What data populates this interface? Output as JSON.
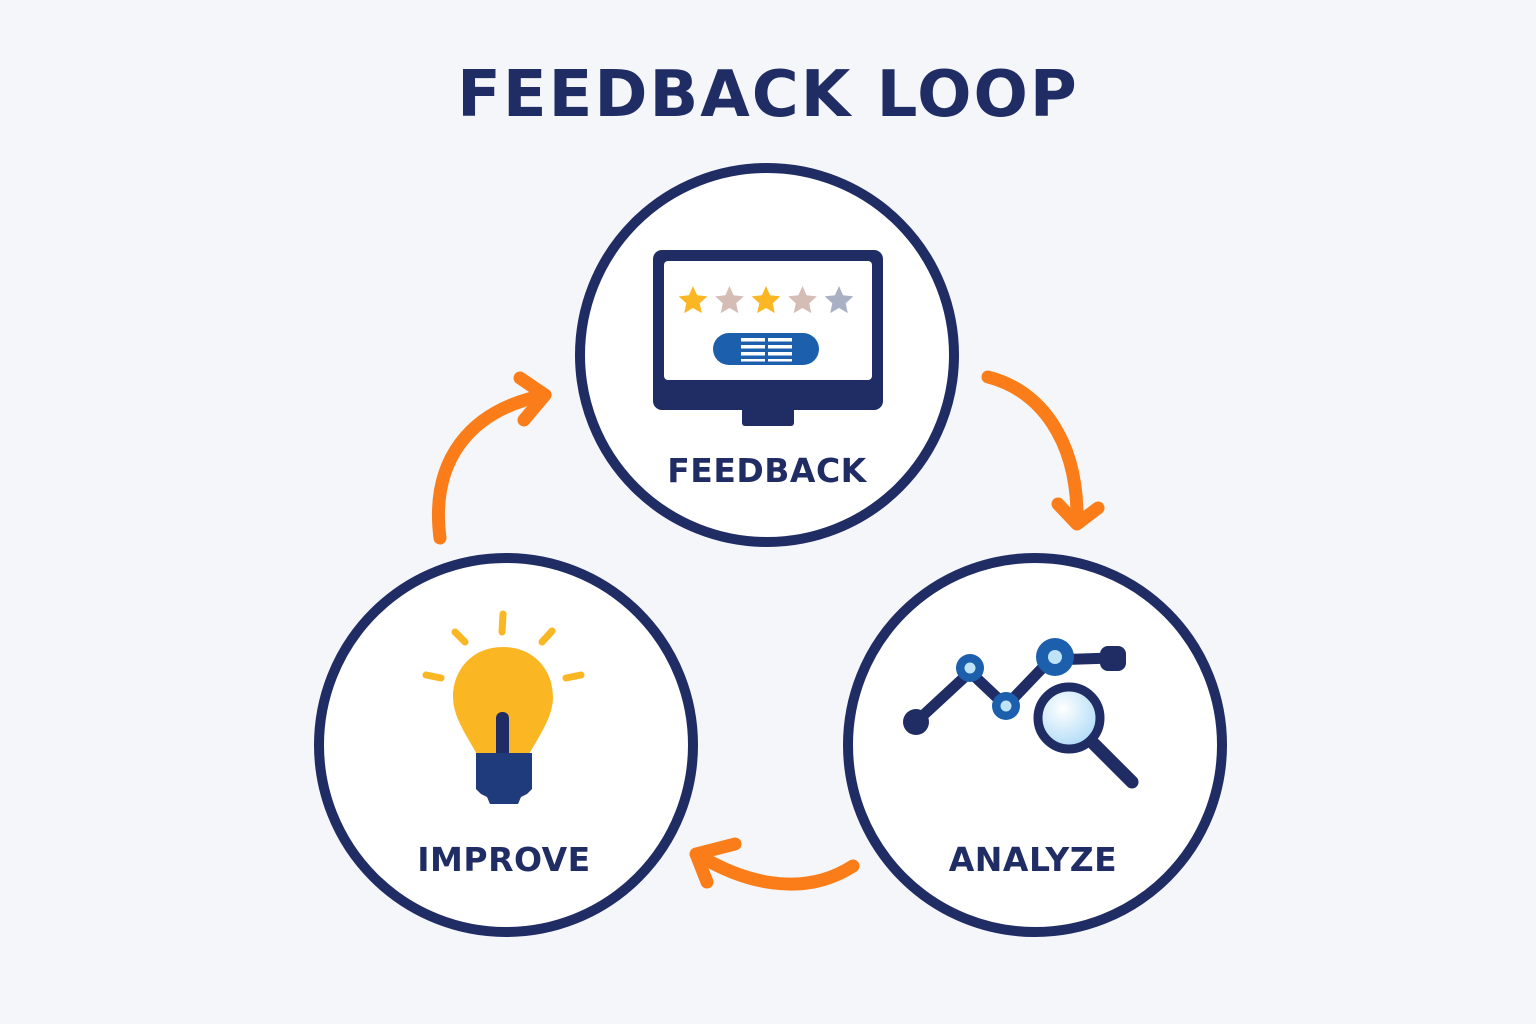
{
  "title": "FEEDBACK LOOP",
  "colors": {
    "background": "#f5f6f9",
    "navy": "#202c64",
    "orange": "#fb7d1a",
    "star_gold": "#fbb623",
    "star_rose": "#d5bdb5",
    "star_slate": "#a9b0c3",
    "blue": "#1c5fad",
    "light_blue": "#bfe3f8",
    "bulb_yellow": "#fbb623"
  },
  "nodes": [
    {
      "id": "feedback",
      "label": "FEEDBACK",
      "icon": "monitor-rating-icon"
    },
    {
      "id": "analyze",
      "label": "ANALYZE",
      "icon": "chart-magnifier-icon"
    },
    {
      "id": "improve",
      "label": "IMPROVE",
      "icon": "lightbulb-icon"
    }
  ],
  "rating": {
    "star_count": 5,
    "star_states": [
      "filled",
      "faded",
      "filled",
      "faded",
      "faded-gray"
    ]
  },
  "arrows": [
    {
      "from": "feedback",
      "to": "analyze"
    },
    {
      "from": "analyze",
      "to": "improve"
    },
    {
      "from": "improve",
      "to": "feedback"
    }
  ]
}
